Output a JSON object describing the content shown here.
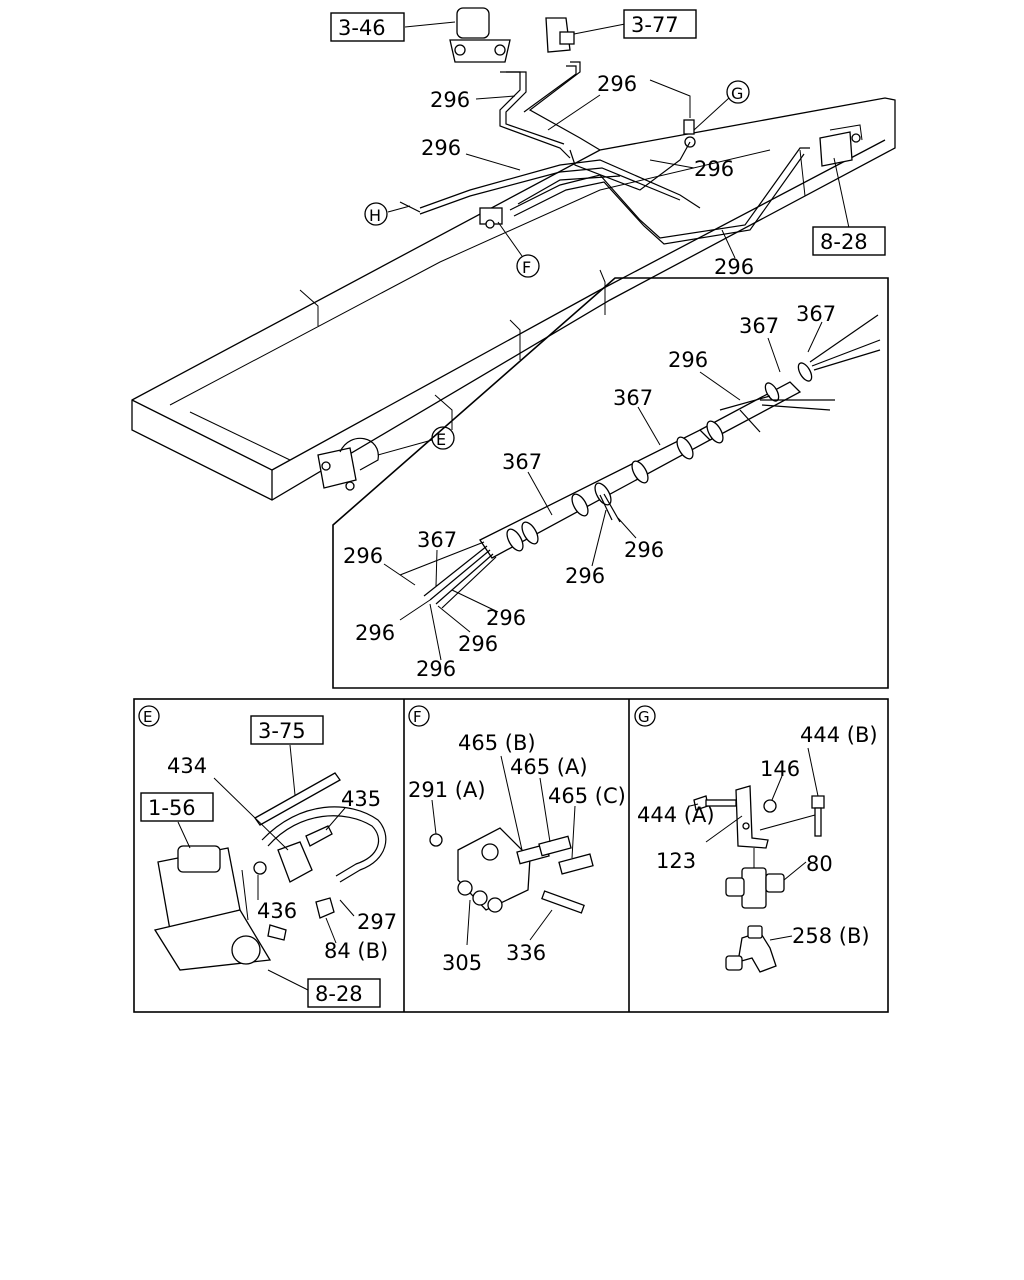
{
  "refs": {
    "r346": "3-46",
    "r377": "3-77",
    "r828_top": "8-28",
    "r375": "3-75",
    "r156": "1-56",
    "r828_e": "8-28"
  },
  "callouts": {
    "g": "G",
    "h": "H",
    "f": "F",
    "e": "E"
  },
  "top_labels": {
    "p296_a": "296",
    "p296_b": "296",
    "p296_c": "296",
    "p296_d": "296",
    "p296_e": "296"
  },
  "bundle_labels": {
    "p367_a": "367",
    "p367_b": "367",
    "p296_a": "296",
    "p367_c": "367",
    "p367_d": "367",
    "p296_b": "296",
    "p367_e": "367",
    "p296_c": "296",
    "p296_d": "296",
    "p296_e": "296",
    "p296_f": "296",
    "p296_g": "296",
    "p296_h": "296"
  },
  "panel_e": {
    "title": "E",
    "p434": "434",
    "p435": "435",
    "p436": "436",
    "p297": "297",
    "p84b": "84 (B)"
  },
  "panel_f": {
    "title": "F",
    "p465b": "465 (B)",
    "p465a": "465 (A)",
    "p465c": "465 (C)",
    "p291a": "291 (A)",
    "p305": "305",
    "p336": "336"
  },
  "panel_g": {
    "title": "G",
    "p444b": "444 (B)",
    "p146": "146",
    "p444a": "444 (A)",
    "p123": "123",
    "p80": "80",
    "p258b": "258 (B)"
  }
}
